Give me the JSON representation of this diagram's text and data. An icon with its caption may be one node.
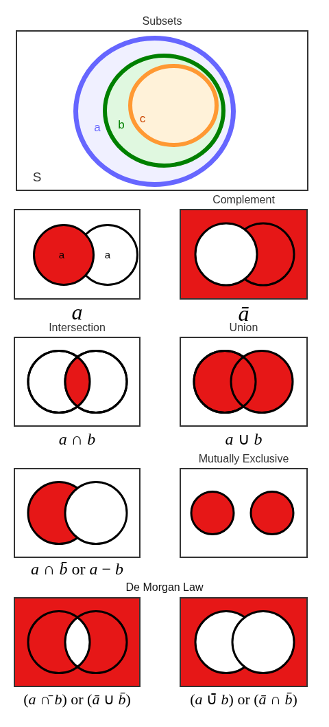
{
  "diagram": {
    "nodes": [
      {
        "text": [
          "Subsets",
          "S"
        ]
      },
      {
        "text": [
          "a"
        ],
        "in": 0
      },
      {
        "text": [
          "b"
        ],
        "in": 1
      },
      {
        "text": [
          "c"
        ],
        "in": 2
      },
      {
        "text": [],
        "shape": "box",
        "beside": [
          "*a*"
        ]
      },
      {
        "text": [
          "a"
        ],
        "in": 4
      },
      {
        "text": [
          "a"
        ],
        "in": 4
      },
      {
        "text": [
          "Complement"
        ],
        "beside": [
          "*ā*"
        ]
      },
      {
        "text": [
          "Intersection"
        ],
        "beside": [
          "*a* ∩ *b*"
        ]
      },
      {
        "text": [
          "Union"
        ],
        "beside": [
          "*a* ∪ *b*"
        ]
      },
      {
        "text": [],
        "shape": "box",
        "beside": [
          "*a* ∩ *b̄* or *a* − *b*"
        ]
      },
      {
        "text": [
          "Mutually Exclusive"
        ]
      },
      {
        "text": [],
        "shape": "box",
        "beside": [
          "(*a* ∩̄ *b*) or (*ā* ∪ *b̄*)"
        ]
      },
      {
        "text": [],
        "shape": "box",
        "beside": [
          "(*a* ∪̄ *b*) or (*ā* ∩ *b̄*)"
        ]
      }
    ],
    "labels": [
      "De Morgan Law"
    ]
  }
}
